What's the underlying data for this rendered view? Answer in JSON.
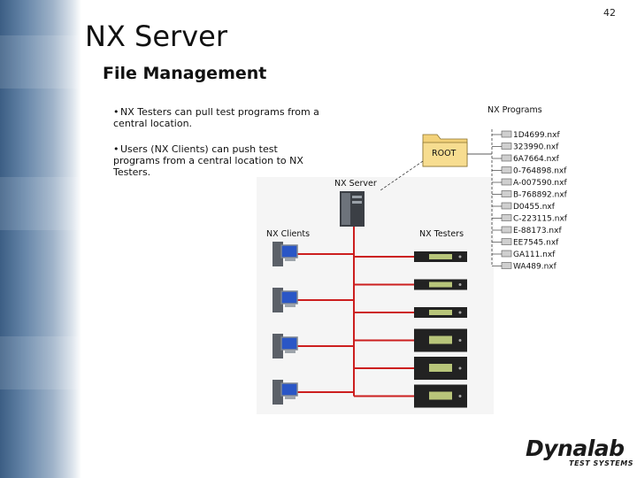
{
  "page_number": "42",
  "title": "NX Server",
  "subtitle": "File Management",
  "bullets": [
    "NX Testers can pull test programs from a central location.",
    "Users (NX Clients) can push test programs from a central location to NX Testers."
  ],
  "diagram": {
    "server_label": "NX Server",
    "clients_label": "NX Clients",
    "testers_label": "NX Testers",
    "programs_label": "NX Programs",
    "folder_label": "ROOT",
    "files": [
      "1D4699.nxf",
      "323990.nxf",
      "6A7664.nxf",
      "0-764898.nxf",
      "A-007590.nxf",
      "B-768892.nxf",
      "D0455.nxf",
      "C-223115.nxf",
      "E-88173.nxf",
      "EE7545.nxf",
      "GA111.nxf",
      "WA489.nxf"
    ],
    "client_count": 4,
    "tester_count": 6,
    "line_color": "#cc1f1f"
  },
  "logo": {
    "name": "Dynalab",
    "tagline": "TEST SYSTEMS"
  }
}
